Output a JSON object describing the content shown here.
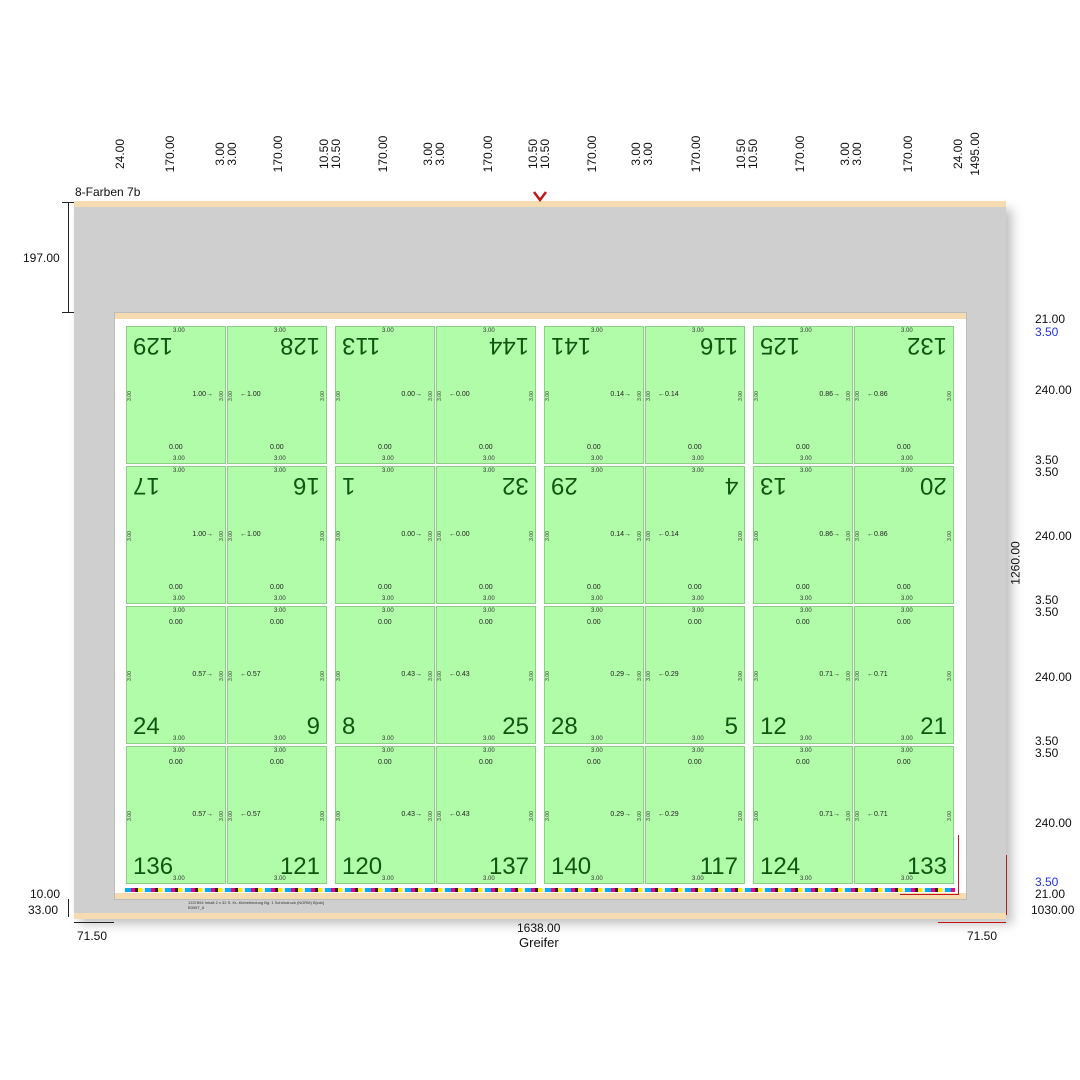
{
  "title": "8-Farben 7b",
  "top_dims": [
    "24.00",
    "170.00",
    "3.00",
    "3.00",
    "170.00",
    "10.50",
    "10.50",
    "170.00",
    "3.00",
    "3.00",
    "170.00",
    "10.50",
    "10.50",
    "170.00",
    "3.00",
    "3.00",
    "170.00",
    "10.50",
    "10.50",
    "170.00",
    "3.00",
    "3.00",
    "170.00",
    "24.00",
    "1495.00"
  ],
  "left_dims": {
    "top_margin": "197.00",
    "bottom_a": "10.00",
    "bottom_b": "33.00"
  },
  "right_dims": [
    "21.00",
    "3.50",
    "240.00",
    "3.50",
    "3.50",
    "240.00",
    "3.50",
    "3.50",
    "240.00",
    "3.50",
    "3.50",
    "240.00",
    "3.50",
    "21.00",
    "1030.00"
  ],
  "right_height": "1260.00",
  "bottom_dims": {
    "left": "71.50",
    "center": "1638.00",
    "right": "71.50",
    "greifer": "Greifer"
  },
  "pages": {
    "row1": [
      "129",
      "128",
      "113",
      "144",
      "141",
      "116",
      "125",
      "132"
    ],
    "row2": [
      "17",
      "16",
      "1",
      "32",
      "29",
      "4",
      "13",
      "20"
    ],
    "row3": [
      "24",
      "9",
      "8",
      "25",
      "28",
      "5",
      "12",
      "21"
    ],
    "row4": [
      "136",
      "121",
      "120",
      "137",
      "140",
      "117",
      "124",
      "133"
    ]
  },
  "bleed_vals": {
    "row12": [
      "1.00",
      "1.00",
      "0.00",
      "0.00",
      "0.14",
      "0.14",
      "0.86",
      "0.86"
    ],
    "row34": [
      "0.57",
      "0.57",
      "0.43",
      "0.43",
      "0.29",
      "0.29",
      "0.71",
      "0.71"
    ]
  },
  "small": {
    "edge": "3.00",
    "zero": "0.00",
    "trim": "3.00"
  },
  "footer_text": "1337894 Inhalt 2 x 32 S. Kr.-Klebebindung Bg. 1 Schöndruck (NORM) B[cdx]",
  "footer_text2": "B395T_8"
}
